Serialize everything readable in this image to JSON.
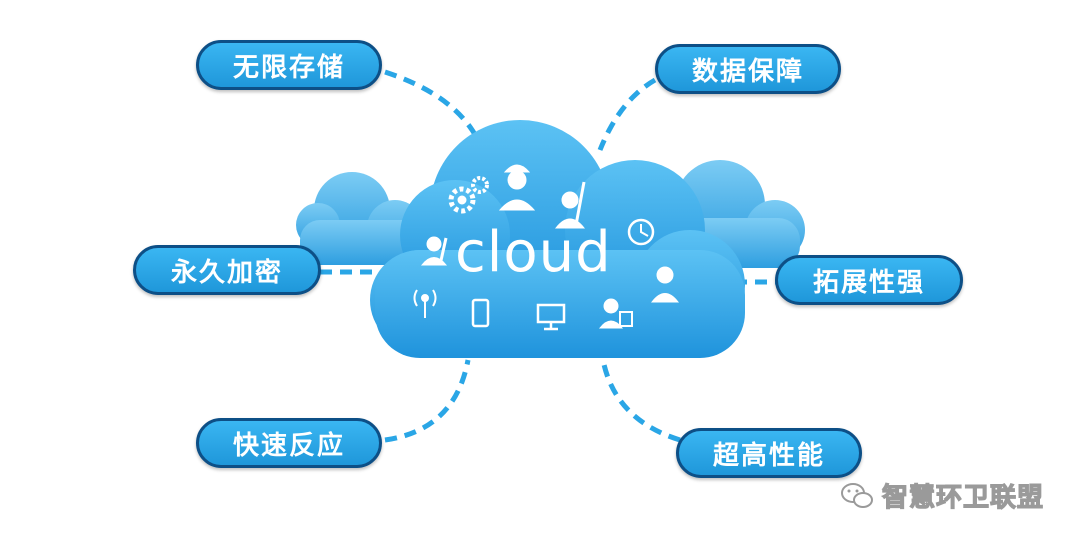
{
  "center": {
    "label": "cloud"
  },
  "features": [
    {
      "label": "无限存储"
    },
    {
      "label": "数据保障"
    },
    {
      "label": "永久加密"
    },
    {
      "label": "拓展性强"
    },
    {
      "label": "快速反应"
    },
    {
      "label": "超高性能"
    }
  ],
  "watermark": {
    "text": "智慧环卫联盟"
  },
  "colors": {
    "cloud_main": "#36a8e8",
    "cloud_back": "#62bdf0",
    "pill_fill": "#2aa6e6",
    "pill_border": "#0d4f86",
    "connector": "#2aa6e6"
  },
  "icons": [
    "gear-icon",
    "worker-icon",
    "cleaner-icon",
    "clock-icon",
    "broom-icon",
    "signal-tower-icon",
    "phone-icon",
    "monitor-icon",
    "user-document-icon",
    "reporter-icon"
  ]
}
